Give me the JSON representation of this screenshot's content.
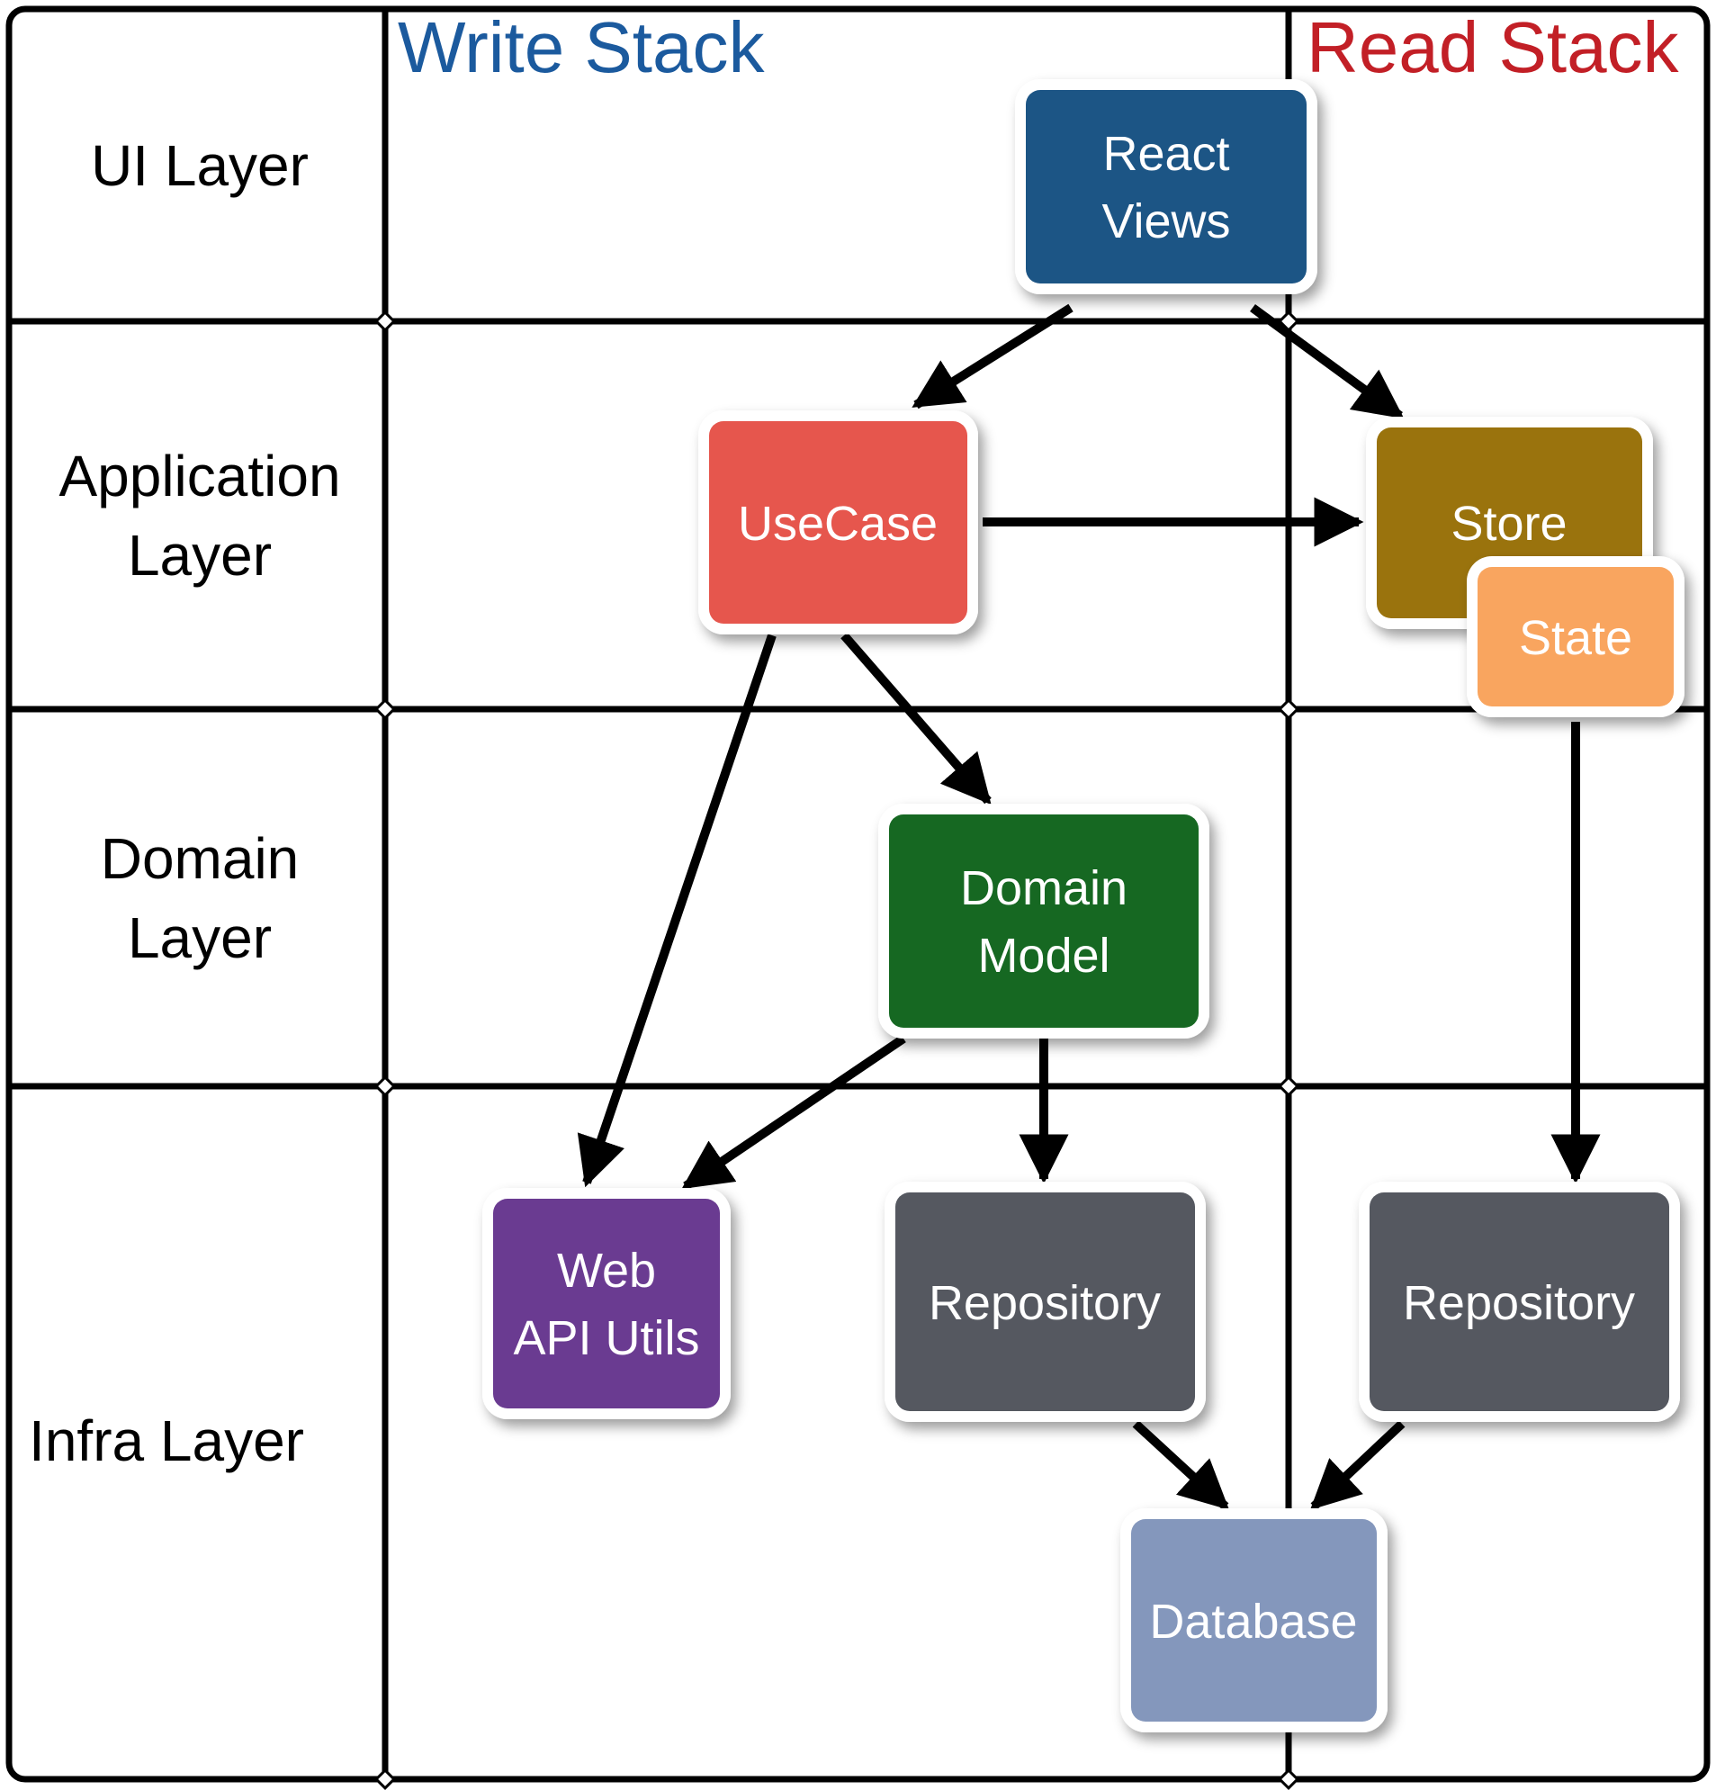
{
  "headers": {
    "write_stack": "Write Stack",
    "read_stack": "Read Stack"
  },
  "layers": [
    {
      "name": "ui-layer",
      "label_lines": [
        "UI Layer"
      ]
    },
    {
      "name": "application-layer",
      "label_lines": [
        "Application",
        "Layer"
      ]
    },
    {
      "name": "domain-layer",
      "label_lines": [
        "Domain",
        "Layer"
      ]
    },
    {
      "name": "infra-layer",
      "label_lines": [
        "Infra Layer"
      ]
    }
  ],
  "nodes": [
    {
      "id": "react-views",
      "label_lines": [
        "React",
        "Views"
      ],
      "color": "#1F5585"
    },
    {
      "id": "usecase",
      "label_lines": [
        "UseCase"
      ],
      "color": "#E6564E"
    },
    {
      "id": "store",
      "label_lines": [
        "Store"
      ],
      "color": "#9A730F"
    },
    {
      "id": "state",
      "label_lines": [
        "State"
      ],
      "color": "#F9A55E"
    },
    {
      "id": "domain-model",
      "label_lines": [
        "Domain",
        "Model"
      ],
      "color": "#146824"
    },
    {
      "id": "web-api-utils",
      "label_lines": [
        "Web",
        "API Utils"
      ],
      "color": "#6B3A91"
    },
    {
      "id": "repository-write",
      "label_lines": [
        "Repository"
      ],
      "color": "#555860"
    },
    {
      "id": "repository-read",
      "label_lines": [
        "Repository"
      ],
      "color": "#555860"
    },
    {
      "id": "database",
      "label_lines": [
        "Database"
      ],
      "color": "#8497BC"
    }
  ],
  "colors": {
    "write_stack_text": "#1B5A9E",
    "read_stack_text": "#C21F26",
    "grid": "#000000",
    "arrow": "#000000",
    "node_text": "#FFFFFF"
  }
}
